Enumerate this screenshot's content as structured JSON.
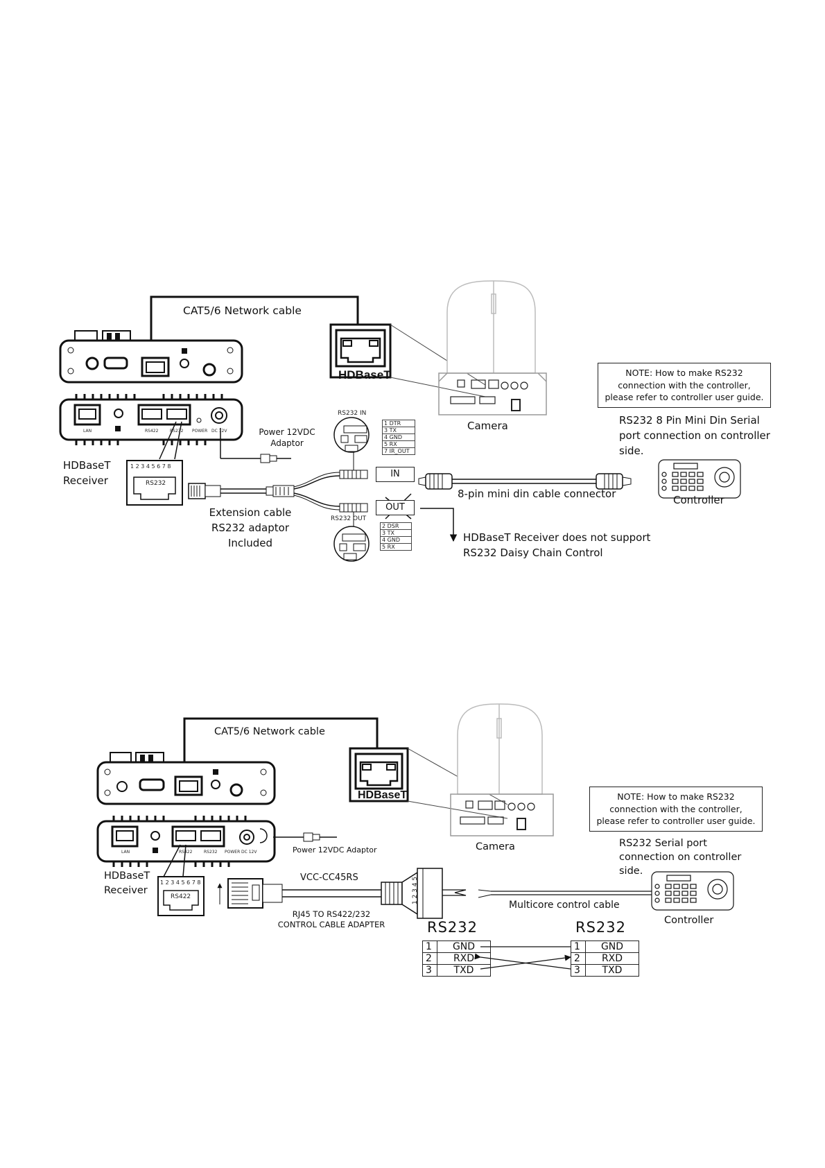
{
  "diagram1": {
    "cable_label": "CAT5/6 Network cable",
    "hdbaset_label": "HDBaseT",
    "camera_label": "Camera",
    "note_lines": [
      "NOTE: How to make RS232",
      "connection with the controller,",
      "please refer to controller user guide."
    ],
    "controller_text_lines": [
      "RS232 8 Pin Mini Din Serial",
      "port connection on controller",
      "side."
    ],
    "receiver_label_lines": [
      "HDBaseT",
      "Receiver"
    ],
    "power_label_lines": [
      "Power 12VDC",
      "Adaptor"
    ],
    "extension_label_lines": [
      "Extension cable",
      "RS232 adaptor",
      "Included"
    ],
    "connector_label": "8-pin mini din cable connector",
    "controller_label": "Controller",
    "daisy_lines": [
      "HDBaseT Receiver does not support",
      "RS232 Daisy Chain Control"
    ],
    "in_label": "IN",
    "out_label": "OUT",
    "rs232_in_title": "RS232  IN",
    "rs232_in_pins": [
      "1  DTR",
      "3  TX",
      "4  GND",
      "5  RX",
      "7  IR_OUT"
    ],
    "rs232_out_title": "RS232  OUT",
    "rs232_out_pins": [
      "2  DSR",
      "3  TX",
      "4  GND",
      "5  RX"
    ],
    "rj45_port_label": "RS232",
    "rj45_pin_numbers": "1 2 3 4 5 6 7 8",
    "port_labels": {
      "lan": "LAN",
      "rs422": "RS422",
      "rs232": "RS232",
      "power": "POWER",
      "dc": "DC 12V"
    }
  },
  "diagram2": {
    "cable_label": "CAT5/6 Network cable",
    "hdbaset_label": "HDBaseT",
    "camera_label": "Camera",
    "note_lines": [
      "NOTE: How to make RS232",
      "connection with the controller,",
      "please refer to controller user guide."
    ],
    "controller_text_lines": [
      "RS232 Serial port",
      "connection on controller",
      "side."
    ],
    "receiver_label_lines": [
      "HDBaseT",
      "Receiver"
    ],
    "power_label": "Power 12VDC Adaptor",
    "adapter_model": "VCC-CC45RS",
    "adapter_desc_lines": [
      "RJ45 TO RS422/232",
      "CONTROL CABLE ADAPTER"
    ],
    "multicore_label": "Multicore control cable",
    "controller_label": "Controller",
    "rj45_port_label": "RS422",
    "rj45_pin_numbers": "1 2 3 4 5 6 7 8",
    "terminal_pins": "1 2 3 4 5",
    "port_labels": {
      "lan": "LAN",
      "rs422": "RS422",
      "rs232": "RS232",
      "power": "POWER",
      "dc": "DC 12V"
    },
    "left_table": {
      "title": "RS232",
      "rows": [
        [
          "1",
          "GND"
        ],
        [
          "2",
          "RXD"
        ],
        [
          "3",
          "TXD"
        ]
      ]
    },
    "right_table": {
      "title": "RS232",
      "rows": [
        [
          "1",
          "GND"
        ],
        [
          "2",
          "RXD"
        ],
        [
          "3",
          "TXD"
        ]
      ]
    }
  }
}
